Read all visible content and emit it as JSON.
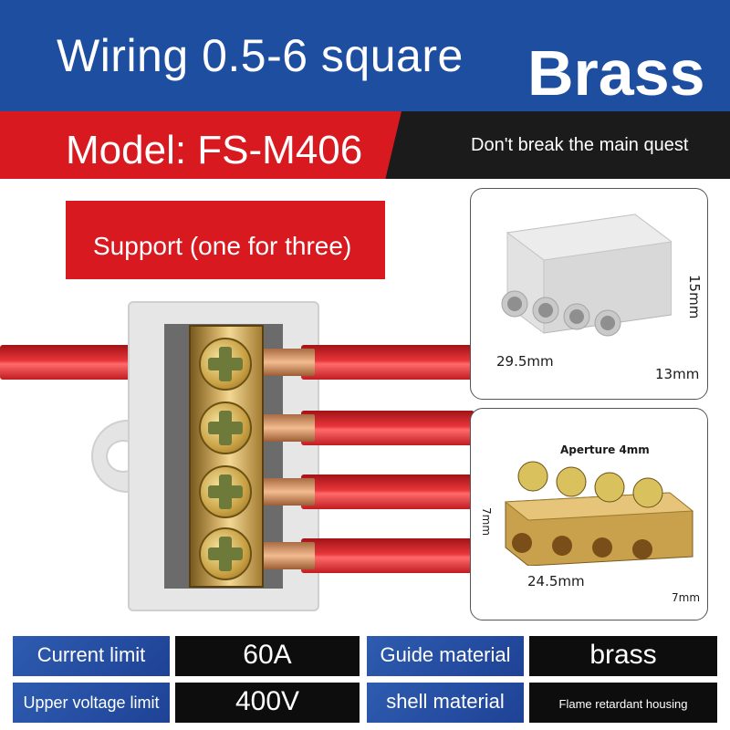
{
  "header": {
    "title": "Wiring 0.5-6 square",
    "material": "Brass",
    "model": "Model: FS-M406",
    "slogan": "Don't break the main quest"
  },
  "support_label": "Support (one for three)",
  "top_product": {
    "dimensions": {
      "width": "29.5mm",
      "depth": "13mm",
      "height": "15mm"
    }
  },
  "bottom_product": {
    "aperture": "Aperture 4mm",
    "dimensions": {
      "width": "24.5mm",
      "depth": "7mm",
      "height": "7mm"
    }
  },
  "specs": [
    {
      "label": "Current limit",
      "value": "60A"
    },
    {
      "label": "Upper voltage limit",
      "value": "400V"
    },
    {
      "label": "Guide material",
      "value": "brass"
    },
    {
      "label": "shell material",
      "value": "Flame retardant housing"
    }
  ],
  "colors": {
    "blue": "#1e4ea0",
    "red": "#d81a20",
    "dark": "#1b1b1b",
    "brass": "#d7b46a"
  }
}
